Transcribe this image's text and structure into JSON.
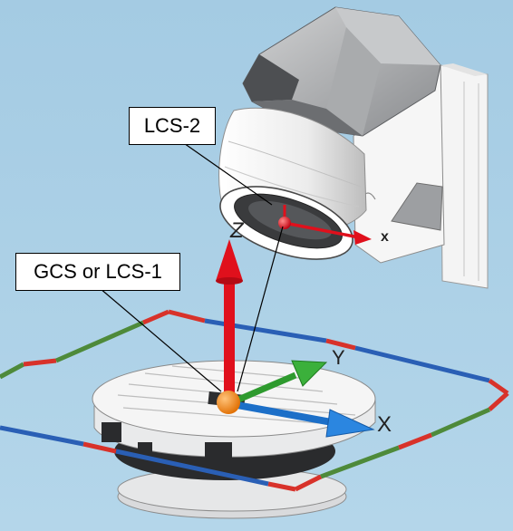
{
  "callouts": {
    "lcs2": "LCS-2",
    "gcs": "GCS or LCS-1"
  },
  "axes": {
    "lcs1_z": "Z",
    "lcs1_y": "Y",
    "lcs1_x": "X",
    "lcs2_x": "x"
  },
  "colors": {
    "background": "#a7cde4",
    "z_axis": "#e0101c",
    "x_axis": "#1c6fc8",
    "y_axis": "#2e9a2e",
    "origin": "#f07d10",
    "frame_red": "#d8322a",
    "frame_blue": "#2a5fb5",
    "frame_green": "#4e8a3a"
  }
}
